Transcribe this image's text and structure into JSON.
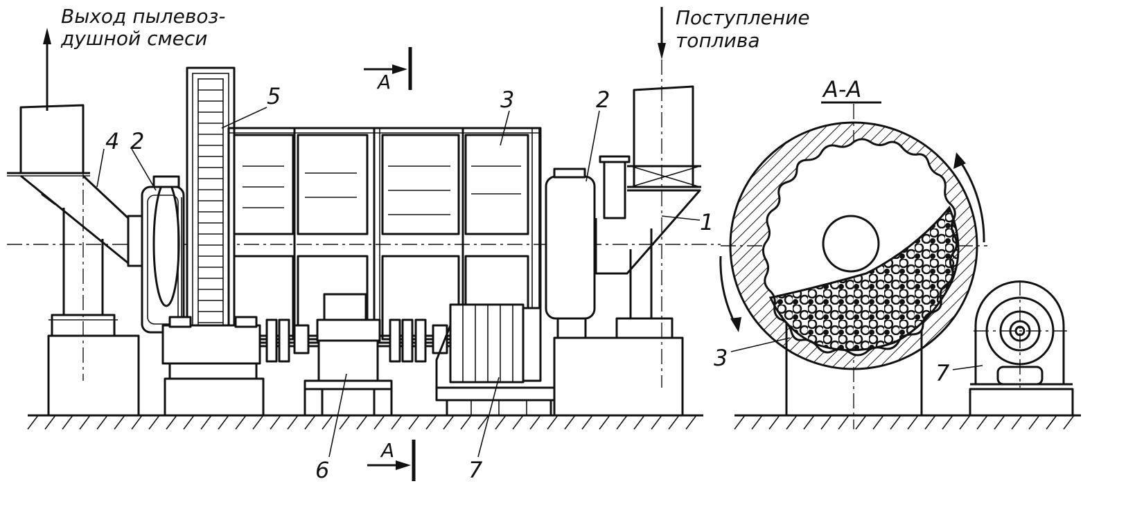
{
  "captions": {
    "outlet_line1": "Выход пылевоз-",
    "outlet_line2": "душной смеси",
    "fuel_line1": "Поступление",
    "fuel_line2": "топлива"
  },
  "section": {
    "title": "А-А",
    "marker_top": "А",
    "marker_bottom": "А"
  },
  "callouts": {
    "c1": "1",
    "c2_left": "2",
    "c2_right": "2",
    "c3_top": "3",
    "c3_section": "3",
    "c4": "4",
    "c5": "5",
    "c6": "6",
    "c7_bottom": "7",
    "c7_section": "7"
  },
  "colors": {
    "ink": "#111111",
    "paper": "#ffffff"
  }
}
